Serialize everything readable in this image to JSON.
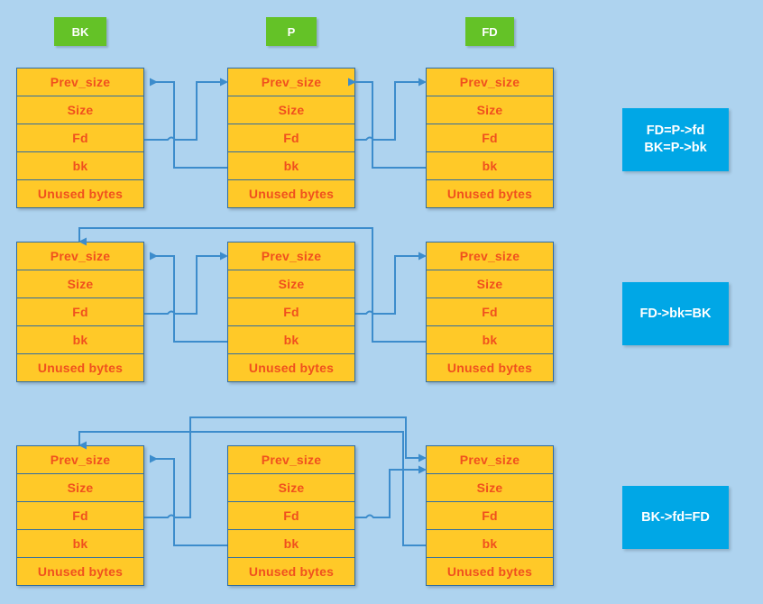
{
  "page": {
    "title": "Unlink macro heap chunk diagram",
    "background_color": "#aed3ef"
  },
  "colors": {
    "background": "#aed3ef",
    "chunk_fill": "#ffc928",
    "chunk_text": "#f0501e",
    "chunk_border": "#2e6ca4",
    "chip_fill": "#64c227",
    "chip_text": "#ffffff",
    "note_fill": "#00a7e6",
    "note_text": "#ffffff",
    "arrow": "#3c8ccc"
  },
  "column_headers": [
    {
      "label": "BK",
      "name": "chip-bk"
    },
    {
      "label": "P",
      "name": "chip-p"
    },
    {
      "label": "FD",
      "name": "chip-fd"
    }
  ],
  "chunk_fields": [
    "Prev_size",
    "Size",
    "Fd",
    "bk",
    "Unused bytes"
  ],
  "rows": [
    {
      "id": "row-1",
      "note": {
        "lines": [
          "FD=P->fd",
          "BK=P->bk"
        ]
      },
      "chunks": [
        {
          "role": "BK",
          "fields": [
            "Prev_size",
            "Size",
            "Fd",
            "bk",
            "Unused bytes"
          ]
        },
        {
          "role": "P",
          "fields": [
            "Prev_size",
            "Size",
            "Fd",
            "bk",
            "Unused bytes"
          ]
        },
        {
          "role": "FD",
          "fields": [
            "Prev_size",
            "Size",
            "Fd",
            "bk",
            "Unused bytes"
          ]
        }
      ],
      "links": [
        {
          "from": "BK.Fd",
          "to": "P.Prev_size"
        },
        {
          "from": "P.bk",
          "to": "BK.Prev_size"
        },
        {
          "from": "P.Fd",
          "to": "FD.Prev_size"
        },
        {
          "from": "FD.bk",
          "to": "P.Prev_size"
        }
      ]
    },
    {
      "id": "row-2",
      "note": {
        "lines": [
          "FD->bk=BK"
        ]
      },
      "chunks": [
        {
          "role": "BK",
          "fields": [
            "Prev_size",
            "Size",
            "Fd",
            "bk",
            "Unused bytes"
          ]
        },
        {
          "role": "P",
          "fields": [
            "Prev_size",
            "Size",
            "Fd",
            "bk",
            "Unused bytes"
          ]
        },
        {
          "role": "FD",
          "fields": [
            "Prev_size",
            "Size",
            "Fd",
            "bk",
            "Unused bytes"
          ]
        }
      ],
      "links": [
        {
          "from": "BK.Fd",
          "to": "P.Prev_size"
        },
        {
          "from": "P.bk",
          "to": "BK.Prev_size"
        },
        {
          "from": "P.Fd",
          "to": "FD.Prev_size"
        },
        {
          "from": "FD.bk",
          "to": "BK.Prev_size"
        }
      ]
    },
    {
      "id": "row-3",
      "note": {
        "lines": [
          "BK->fd=FD"
        ]
      },
      "chunks": [
        {
          "role": "BK",
          "fields": [
            "Prev_size",
            "Size",
            "Fd",
            "bk",
            "Unused bytes"
          ]
        },
        {
          "role": "P",
          "fields": [
            "Prev_size",
            "Size",
            "Fd",
            "bk",
            "Unused bytes"
          ]
        },
        {
          "role": "FD",
          "fields": [
            "Prev_size",
            "Size",
            "Fd",
            "bk",
            "Unused bytes"
          ]
        }
      ],
      "links": [
        {
          "from": "BK.Fd",
          "to": "FD.Prev_size"
        },
        {
          "from": "P.bk",
          "to": "BK.Prev_size"
        },
        {
          "from": "P.Fd",
          "to": "FD.Prev_size"
        },
        {
          "from": "FD.bk",
          "to": "BK.Prev_size"
        }
      ]
    }
  ]
}
